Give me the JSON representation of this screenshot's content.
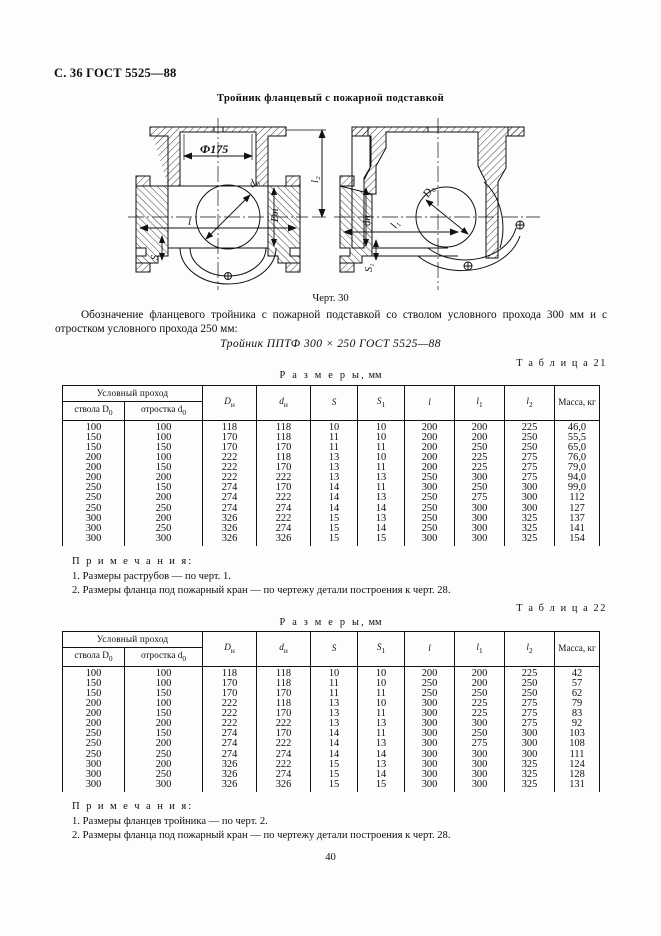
{
  "page": {
    "running_head": "С. 36 ГОСТ 5525—88",
    "folio": "40"
  },
  "figure": {
    "title": "Тройник фланцевый с пожарной подставкой",
    "caption": "Черт. 30",
    "labels": {
      "diameter": "Ф175",
      "l2": "l2",
      "d0": "d0",
      "Dn": "Dн",
      "l": "l",
      "S": "S",
      "dn": "dн",
      "l1": "l1",
      "S1": "S1",
      "D0": "D0"
    }
  },
  "designation": {
    "text": "Обозначение фланцевого тройника с пожарной подставкой со стволом условного прохода 300 мм и с отростком условного прохода 250 мм:",
    "code": "Тройник ППТФ 300 × 250 ГОСТ 5525—88"
  },
  "table21": {
    "number_label": "Т а б л и ц а  21",
    "sizes_label_spaced": "Р а з м е р ы,",
    "sizes_label_unit": "мм",
    "header": {
      "group": "Условный проход",
      "col_stvola": "ствола D",
      "col_stvola_sub": "0",
      "col_otrostka": "отростка d",
      "col_otrostka_sub": "0",
      "Dn": "D",
      "Dn_sub": "н",
      "dn": "d",
      "dn_sub": "н",
      "S": "S",
      "S1": "S",
      "S1_sub": "1",
      "l": "l",
      "l1": "l",
      "l1_sub": "1",
      "l2": "l",
      "l2_sub": "2",
      "mass": "Масса, кг"
    },
    "rows": [
      [
        "100",
        "100",
        "118",
        "118",
        "10",
        "10",
        "200",
        "200",
        "225",
        "46,0"
      ],
      [
        "150",
        "100",
        "170",
        "118",
        "11",
        "10",
        "200",
        "200",
        "250",
        "55,5"
      ],
      [
        "150",
        "150",
        "170",
        "170",
        "11",
        "11",
        "200",
        "250",
        "250",
        "65,0"
      ],
      [
        "200",
        "100",
        "222",
        "118",
        "13",
        "10",
        "200",
        "225",
        "275",
        "76,0"
      ],
      [
        "200",
        "150",
        "222",
        "170",
        "13",
        "11",
        "200",
        "225",
        "275",
        "79,0"
      ],
      [
        "200",
        "200",
        "222",
        "222",
        "13",
        "13",
        "250",
        "300",
        "275",
        "94,0"
      ],
      [
        "250",
        "150",
        "274",
        "170",
        "14",
        "11",
        "300",
        "250",
        "300",
        "99,0"
      ],
      [
        "250",
        "200",
        "274",
        "222",
        "14",
        "13",
        "250",
        "275",
        "300",
        "112"
      ],
      [
        "250",
        "250",
        "274",
        "274",
        "14",
        "14",
        "250",
        "300",
        "300",
        "127"
      ],
      [
        "300",
        "200",
        "326",
        "222",
        "15",
        "13",
        "250",
        "300",
        "325",
        "137"
      ],
      [
        "300",
        "250",
        "326",
        "274",
        "15",
        "14",
        "250",
        "300",
        "325",
        "141"
      ],
      [
        "300",
        "300",
        "326",
        "326",
        "15",
        "15",
        "300",
        "300",
        "325",
        "154"
      ]
    ],
    "notes": {
      "title": "П р и м е ч а н и я:",
      "items": [
        "1. Размеры раструбов — по черт. 1.",
        "2. Размеры фланца под пожарный кран — по чертежу детали построения к черт. 28."
      ]
    }
  },
  "table22": {
    "number_label": "Т а б л и ц а  22",
    "sizes_label_spaced": "Р а з м е р ы,",
    "sizes_label_unit": "мм",
    "header": {
      "group": "Условный проход",
      "col_stvola": "ствола D",
      "col_stvola_sub": "0",
      "col_otrostka": "отростка d",
      "col_otrostka_sub": "0",
      "Dn": "D",
      "Dn_sub": "н",
      "dn": "d",
      "dn_sub": "н",
      "S": "S",
      "S1": "S",
      "S1_sub": "1",
      "l": "l",
      "l1": "l",
      "l1_sub": "1",
      "l2": "l",
      "l2_sub": "2",
      "mass": "Масса, кг"
    },
    "rows": [
      [
        "100",
        "100",
        "118",
        "118",
        "10",
        "10",
        "200",
        "200",
        "225",
        "42"
      ],
      [
        "150",
        "100",
        "170",
        "118",
        "11",
        "10",
        "250",
        "200",
        "250",
        "57"
      ],
      [
        "150",
        "150",
        "170",
        "170",
        "11",
        "11",
        "250",
        "250",
        "250",
        "62"
      ],
      [
        "200",
        "100",
        "222",
        "118",
        "13",
        "10",
        "300",
        "225",
        "275",
        "79"
      ],
      [
        "200",
        "150",
        "222",
        "170",
        "13",
        "11",
        "300",
        "225",
        "275",
        "83"
      ],
      [
        "200",
        "200",
        "222",
        "222",
        "13",
        "13",
        "300",
        "300",
        "275",
        "92"
      ],
      [
        "250",
        "150",
        "274",
        "170",
        "14",
        "11",
        "300",
        "250",
        "300",
        "103"
      ],
      [
        "250",
        "200",
        "274",
        "222",
        "14",
        "13",
        "300",
        "275",
        "300",
        "108"
      ],
      [
        "250",
        "250",
        "274",
        "274",
        "14",
        "14",
        "300",
        "300",
        "300",
        "111"
      ],
      [
        "300",
        "200",
        "326",
        "222",
        "15",
        "13",
        "300",
        "300",
        "325",
        "124"
      ],
      [
        "300",
        "250",
        "326",
        "274",
        "15",
        "14",
        "300",
        "300",
        "325",
        "128"
      ],
      [
        "300",
        "300",
        "326",
        "326",
        "15",
        "15",
        "300",
        "300",
        "325",
        "131"
      ]
    ],
    "notes": {
      "title": "П р и м е ч а н и я:",
      "items": [
        "1. Размеры фланцев тройника — по черт. 2.",
        "2. Размеры фланца под пожарный кран — по чертежу детали построения к черт. 28."
      ]
    }
  }
}
